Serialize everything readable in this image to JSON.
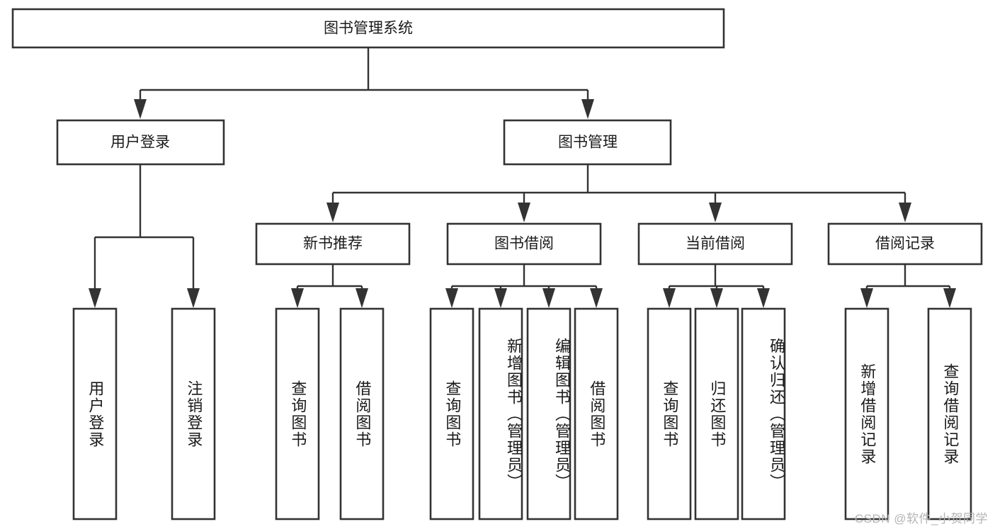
{
  "diagram": {
    "type": "hierarchy-tree",
    "title": "图书管理系统",
    "watermark": "CSDN @软件_小贺同学",
    "colors": {
      "box_stroke": "#333333",
      "box_fill": "#ffffff",
      "text": "#1a1a1a",
      "background": "#ffffff",
      "watermark": "#b4b4b4"
    },
    "root": {
      "label": "图书管理系统"
    },
    "level2": [
      {
        "label": "用户登录"
      },
      {
        "label": "图书管理"
      }
    ],
    "level3": [
      {
        "label": "新书推荐"
      },
      {
        "label": "图书借阅"
      },
      {
        "label": "当前借阅"
      },
      {
        "label": "借阅记录"
      }
    ],
    "leaves": [
      {
        "label": "用户登录",
        "parent": "用户登录"
      },
      {
        "label": "注销登录",
        "parent": "用户登录"
      },
      {
        "label": "查询图书",
        "parent": "新书推荐"
      },
      {
        "label": "借阅图书",
        "parent": "新书推荐"
      },
      {
        "label": "查询图书",
        "parent": "图书借阅"
      },
      {
        "label": "新增图书（管理员）",
        "parent": "图书借阅"
      },
      {
        "label": "编辑图书（管理员）",
        "parent": "图书借阅"
      },
      {
        "label": "借阅图书",
        "parent": "图书借阅"
      },
      {
        "label": "查询图书",
        "parent": "当前借阅"
      },
      {
        "label": "归还图书",
        "parent": "当前借阅"
      },
      {
        "label": "确认归还（管理员）",
        "parent": "当前借阅"
      },
      {
        "label": "新增借阅记录",
        "parent": "借阅记录"
      },
      {
        "label": "查询借阅记录",
        "parent": "借阅记录"
      }
    ]
  }
}
